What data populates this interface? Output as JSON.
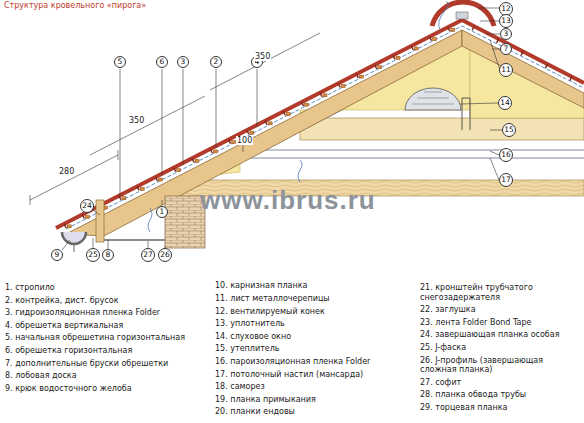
{
  "diagram": {
    "title": "Структура кровельного «пирога»",
    "nodes": [
      {
        "text": [
          "5"
        ]
      },
      {
        "text": [
          "6"
        ]
      },
      {
        "text": [
          "3"
        ]
      },
      {
        "text": [
          "2"
        ]
      },
      {
        "text": [
          "4"
        ]
      },
      {
        "text": [
          "12"
        ]
      },
      {
        "text": [
          "13"
        ]
      },
      {
        "text": [
          "3"
        ]
      },
      {
        "text": [
          "7"
        ]
      },
      {
        "text": [
          "11"
        ]
      },
      {
        "text": [
          "14"
        ]
      },
      {
        "text": [
          "15"
        ]
      },
      {
        "text": [
          "16"
        ]
      },
      {
        "text": [
          "17"
        ]
      },
      {
        "text": [
          "24"
        ]
      },
      {
        "text": [
          "1"
        ]
      },
      {
        "text": [
          "9"
        ]
      },
      {
        "text": [
          "25"
        ]
      },
      {
        "text": [
          "8"
        ]
      },
      {
        "text": [
          "27"
        ]
      },
      {
        "text": [
          "26"
        ]
      }
    ],
    "labels": [
      "280",
      "350",
      "350",
      "100",
      "www.ibrus.ru",
      "1. стропило",
      "2. контрейка, дист. брусок",
      "3. гидроизоляционная пленка Folder",
      "4. обрешетка вертикальная",
      "5. начальная обрешетина горизонтальная",
      "6. обрешетка горизонтальная",
      "7. дополнительные бруски обрешетки",
      "8. лобовая доска",
      "9. крюк водосточного желоба",
      "10. карнизная планка",
      "11. лист металлочерепицы",
      "12. вентилируемый конек",
      "13. уплотнитель",
      "14. слуховое окно",
      "15. утеплитель",
      "16. пароизоляционная пленка Folder",
      "17. потолочный настил (мансарда)",
      "18. саморез",
      "19. планка примыкания",
      "20. планки ендовы",
      "21. кронштейн трубчатого снегозадержателя",
      "22. заглушка",
      "23. лента Folder Bond Tape",
      "24. завершающая планка особая",
      "25. J-фаска",
      "26. J-профиль (завершающая сложная планка)",
      "27. софит",
      "28. планка обвода трубы",
      "29. торцевая планка"
    ]
  }
}
